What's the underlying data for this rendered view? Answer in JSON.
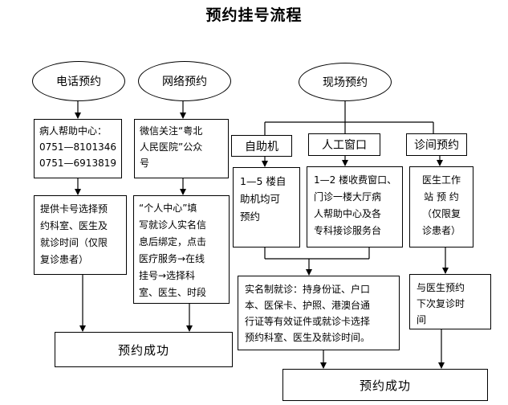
{
  "title": "预约挂号流程",
  "methods": {
    "phone": "电话预约",
    "online": "网络预约",
    "onsite": "现场预约"
  },
  "phone_box": {
    "lines": [
      "病人帮助中心：",
      "0751—8101346",
      "0751—6913819"
    ]
  },
  "online_box": {
    "lines": [
      "微信关注“粤北",
      "人民医院”公众",
      "号"
    ]
  },
  "onsite_options": {
    "self_service": "自助机",
    "manual_window": "人工窗口",
    "clinic_booking": "诊间预约"
  },
  "self_service_box": {
    "lines": [
      "1—5 楼自",
      "助机均可",
      "预约"
    ]
  },
  "manual_window_box": {
    "lines": [
      "1—2 楼收费窗口、",
      "门诊一楼大厅病",
      "人帮助中心及各",
      "专科接诊服务台"
    ]
  },
  "clinic_box": {
    "lines": [
      "医生工作",
      "站 预 约",
      "（仅限复",
      "诊患者）"
    ]
  },
  "phone_step": {
    "lines": [
      "提供卡号选择预",
      "约科室、医生及",
      "就诊时间（仅限",
      "复诊患者）"
    ]
  },
  "online_step": {
    "lines": [
      "“个人中心”填",
      "写就诊人实名信",
      "息后绑定，点击",
      "医疗服务→在线",
      "挂号→选择科",
      "室、医生、时段"
    ]
  },
  "onsite_step": {
    "lines": [
      "实名制就诊：持身份证、户口",
      "本、医保卡、护照、港澳台通",
      "行证等有效证件或就诊卡选择",
      "预约科室、医生及就诊时间。"
    ]
  },
  "clinic_step": {
    "lines": [
      "与医生预约",
      "下次复诊时",
      "间"
    ]
  },
  "success": {
    "left": "预约成功",
    "right": "预约成功"
  }
}
